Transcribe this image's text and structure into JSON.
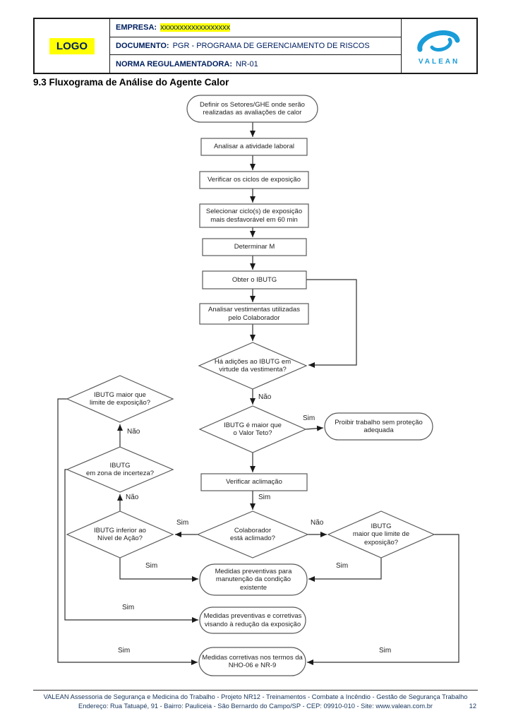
{
  "header": {
    "logo_placeholder": "LOGO",
    "empresa_label": "EMPRESA:",
    "empresa_value": "xxxxxxxxxxxxxxxxxx",
    "documento_label": "DOCUMENTO:",
    "documento_value": "PGR - PROGRAMA DE GERENCIAMENTO DE RISCOS",
    "norma_label": "NORMA REGULAMENTADORA:",
    "norma_value": "NR-01",
    "brand": "VALEAN",
    "brand_color": "#1a9cd8",
    "accent_color": "#002060",
    "highlight_color": "#ffff00"
  },
  "section_title": "9.3 Fluxograma de Análise do Agente Calor",
  "flowchart": {
    "nodes": {
      "start": "Definir os Setores/GHE onde serão\nrealizadas as avaliações de calor",
      "analisar_atividade": "Analisar a atividade laboral",
      "verificar_ciclos": "Verificar os ciclos de exposição",
      "selecionar_ciclo": "Selecionar ciclo(s) de exposição\nmais desfavorável em 60 min",
      "determinar_m": "Determinar M",
      "obter_ibutg": "Obter o IBUTG",
      "analisar_vestimentas": "Analisar vestimentas utilizadas\npelo Colaborador",
      "ha_adicoes": "Há adições ao IBUTG em\nvirtude da vestimenta?",
      "maior_valor_teto": "IBUTG é maior que\no Valor Teto?",
      "proibir": "Proibir trabalho sem proteção\nadequada",
      "verificar_aclimacao": "Verificar aclimação",
      "esta_aclimado": "Colaborador\nestá aclimado?",
      "inferior_nivel_acao": "IBUTG inferior ao\nNível de Ação?",
      "maior_limite_dir": "IBUTG\nmaior que limite de\nexposição?",
      "maior_limite_esq": "IBUTG maior que\nlimite de exposição?",
      "zona_incerteza": "IBUTG\nem zona de incerteza?",
      "medidas_preventivas": "Medidas preventivas para\nmanutenção da condição\nexistente",
      "medidas_prev_corretivas": "Medidas preventivas e corretivas\nvisando à redução da exposição",
      "medidas_corretivas": "Medidas corretivas nos termos da\nNHO-06 e NR-9"
    },
    "labels": {
      "sim": "Sim",
      "nao": "Não"
    }
  },
  "footer": {
    "line1": "VALEAN Assessoria de Segurança e Medicina do Trabalho - Projeto NR12 - Treinamentos - Combate a Incêndio - Gestão de Segurança Trabalho",
    "address": "Endereço: Rua Tatuapé, 91 - Bairro: Pauliceia - São Bernardo do Campo/SP - CEP: 09910-010 - Site: www.valean.com.br",
    "page_number": "12"
  }
}
